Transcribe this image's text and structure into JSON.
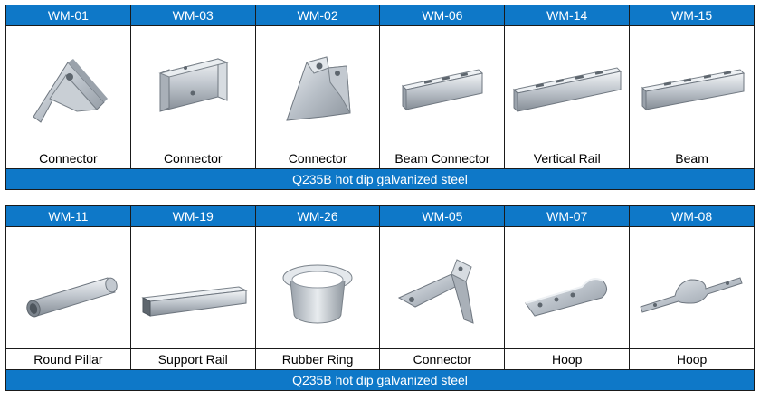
{
  "sections": [
    {
      "items": [
        {
          "code": "WM-01",
          "name": "Connector",
          "icon": "triangle-connector-icon"
        },
        {
          "code": "WM-03",
          "name": "Connector",
          "icon": "channel-connector-icon"
        },
        {
          "code": "WM-02",
          "name": "Connector",
          "icon": "bracket-connector-icon"
        },
        {
          "code": "WM-06",
          "name": "Beam Connector",
          "icon": "short-channel-icon"
        },
        {
          "code": "WM-14",
          "name": "Vertical Rail",
          "icon": "long-channel-icon"
        },
        {
          "code": "WM-15",
          "name": "Beam",
          "icon": "beam-channel-icon"
        }
      ],
      "footer": "Q235B hot dip galvanized steel"
    },
    {
      "items": [
        {
          "code": "WM-11",
          "name": "Round Pillar",
          "icon": "round-pipe-icon"
        },
        {
          "code": "WM-19",
          "name": "Support Rail",
          "icon": "square-tube-icon"
        },
        {
          "code": "WM-26",
          "name": "Rubber Ring",
          "icon": "ring-icon"
        },
        {
          "code": "WM-05",
          "name": "Connector",
          "icon": "angle-bracket-icon"
        },
        {
          "code": "WM-07",
          "name": "Hoop",
          "icon": "hoop-clamp-icon"
        },
        {
          "code": "WM-08",
          "name": "Hoop",
          "icon": "omega-hoop-icon"
        }
      ],
      "footer": "Q235B hot dip galvanized steel"
    }
  ],
  "colors": {
    "header_bg": "#0e78c8",
    "header_text": "#ffffff",
    "border": "#1a1a1a"
  }
}
